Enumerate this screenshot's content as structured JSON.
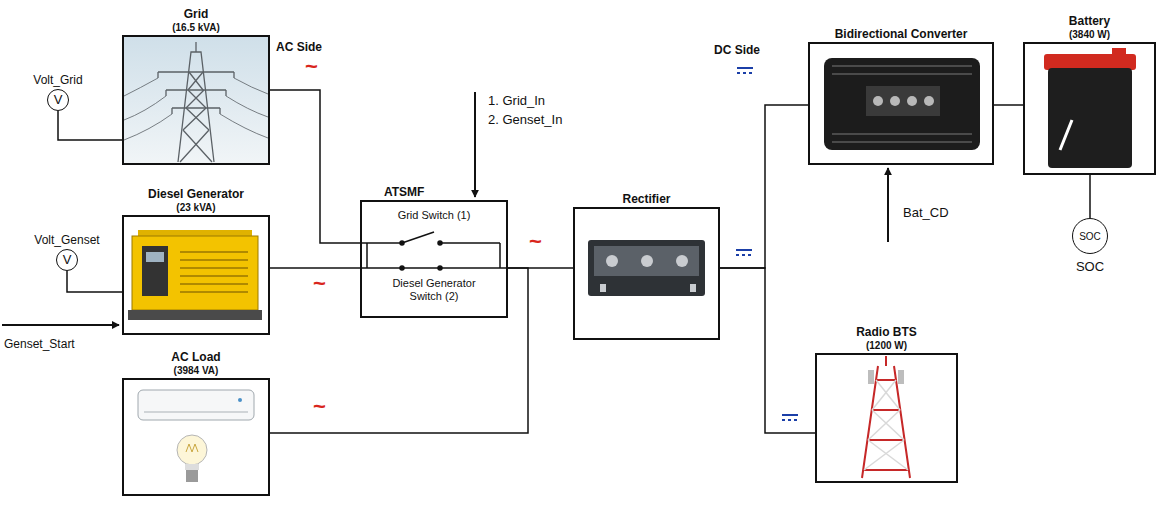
{
  "diagram": {
    "nodes": [
      {
        "text": [
          "Volt_Grid",
          "V"
        ]
      },
      {
        "text": [
          "Grid",
          "(16.5 kVA)"
        ]
      },
      {
        "text": [
          "Volt_Genset",
          "V"
        ]
      },
      {
        "text": [
          "Diesel Generator",
          "(23 kVA)"
        ]
      },
      {
        "text": [
          "AC Load",
          "(3984 VA)"
        ]
      },
      {
        "text": [
          "ATSMF",
          "Grid Switch (1)",
          "Diesel Generator Switch (2)"
        ]
      },
      {
        "text": [
          "Rectifier"
        ]
      },
      {
        "text": [
          "Bidirectional Converter"
        ]
      },
      {
        "text": [
          "Battery",
          "(3840 W)"
        ]
      },
      {
        "text": [
          "SOC",
          "SOC"
        ]
      },
      {
        "text": [
          "Radio BTS",
          "(1200 W)"
        ]
      }
    ],
    "edges": [
      {
        "from": 0,
        "to": 1,
        "arrow": "none"
      },
      {
        "from": 2,
        "to": 3,
        "arrow": "none"
      },
      {
        "from": 1,
        "to": 5,
        "arrow": "none"
      },
      {
        "from": 3,
        "to": 5,
        "arrow": "none"
      },
      {
        "from": 5,
        "to": 6,
        "arrow": "none"
      },
      {
        "from": 5,
        "to": 4,
        "arrow": "none"
      },
      {
        "from": 6,
        "to": 7,
        "arrow": "none"
      },
      {
        "from": 6,
        "to": 10,
        "arrow": "none"
      },
      {
        "from": 7,
        "to": 8,
        "arrow": "none"
      },
      {
        "from": 8,
        "to": 9,
        "arrow": "none"
      }
    ],
    "labels": [
      "AC Side",
      "~",
      "1. Grid_In",
      "2. Genset_In",
      "~",
      "Genset_Start",
      "~",
      "~",
      "DC Side",
      "Bat_CD"
    ]
  }
}
